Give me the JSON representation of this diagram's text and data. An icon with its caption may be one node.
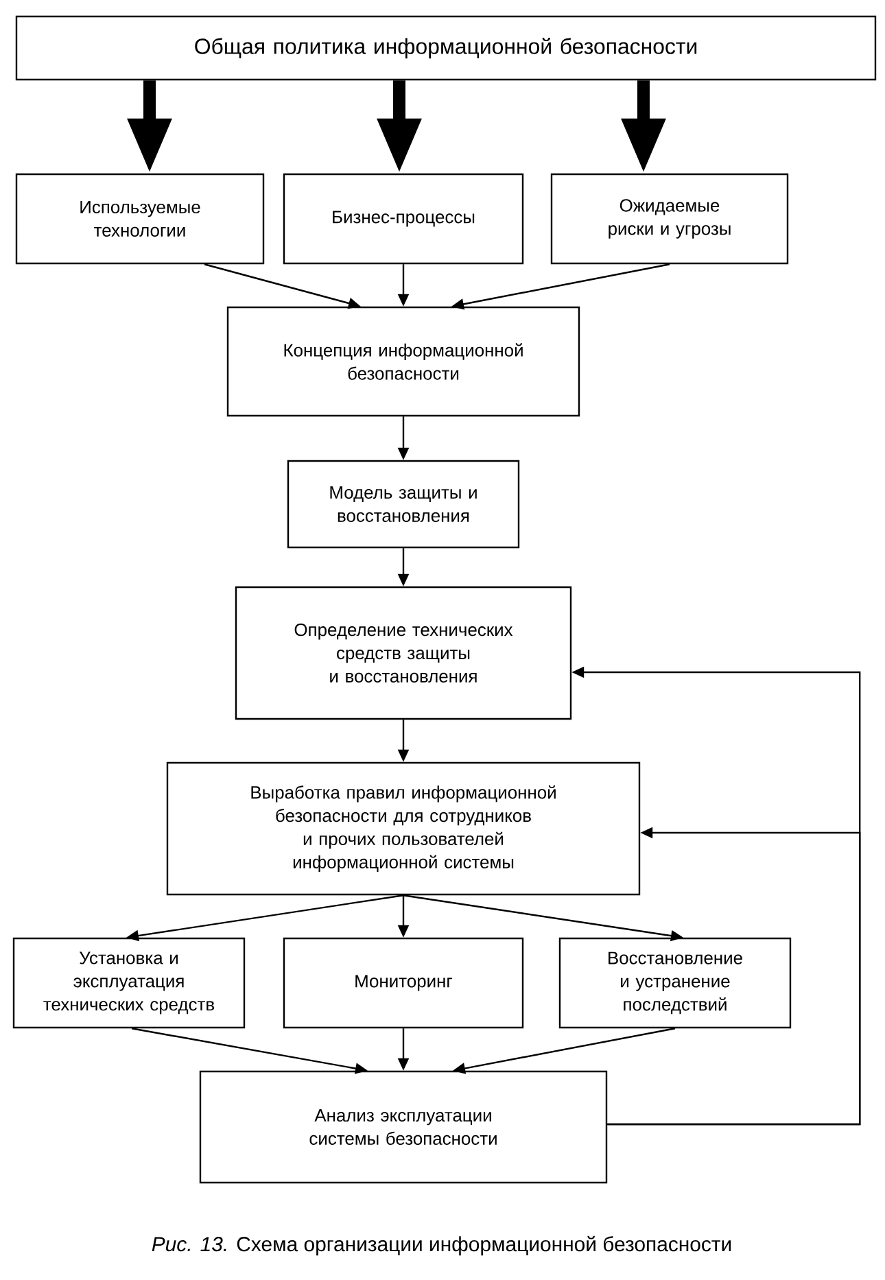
{
  "diagram": {
    "caption": "*Рис. 13.* Схема организации информационной безопасности",
    "nodes": [
      {
        "text": [
          "Общая политика информационной безопасности"
        ]
      },
      {
        "text": [
          "Используемые технологии"
        ]
      },
      {
        "text": [
          "Бизнес-процессы"
        ]
      },
      {
        "text": [
          "Ожидаемые риски и угрозы"
        ]
      },
      {
        "text": [
          "Концепция информационной безопасности"
        ]
      },
      {
        "text": [
          "Модель защиты и восстановления"
        ]
      },
      {
        "text": [
          "Определение технических средств защиты и восстановления"
        ]
      },
      {
        "text": [
          "Выработка правил информационной безопасности для сотрудников и прочих пользователей информационной системы"
        ]
      },
      {
        "text": [
          "Установка и эксплуатация технических средств"
        ]
      },
      {
        "text": [
          "Мониторинг"
        ]
      },
      {
        "text": [
          "Восстановление и устранение последствий"
        ]
      },
      {
        "text": [
          "Анализ эксплуатации системы безопасности"
        ]
      }
    ],
    "edges": [
      {
        "from": 0,
        "to": 1,
        "arrow": "to",
        "style": "thick"
      },
      {
        "from": 0,
        "to": 2,
        "arrow": "to",
        "style": "thick"
      },
      {
        "from": 0,
        "to": 3,
        "arrow": "to",
        "style": "thick"
      },
      {
        "from": 1,
        "to": 4,
        "arrow": "to"
      },
      {
        "from": 2,
        "to": 4,
        "arrow": "to"
      },
      {
        "from": 3,
        "to": 4,
        "arrow": "to"
      },
      {
        "from": 4,
        "to": 5,
        "arrow": "to"
      },
      {
        "from": 5,
        "to": 6,
        "arrow": "to"
      },
      {
        "from": 6,
        "to": 7,
        "arrow": "to"
      },
      {
        "from": 7,
        "to": 8,
        "arrow": "to"
      },
      {
        "from": 7,
        "to": 9,
        "arrow": "to"
      },
      {
        "from": 7,
        "to": 10,
        "arrow": "to"
      },
      {
        "from": 8,
        "to": 11,
        "arrow": "to"
      },
      {
        "from": 9,
        "to": 11,
        "arrow": "to"
      },
      {
        "from": 10,
        "to": 11,
        "arrow": "to"
      },
      {
        "from": 11,
        "to": 6,
        "arrow": "to"
      },
      {
        "from": 11,
        "to": 7,
        "arrow": "to"
      }
    ]
  }
}
